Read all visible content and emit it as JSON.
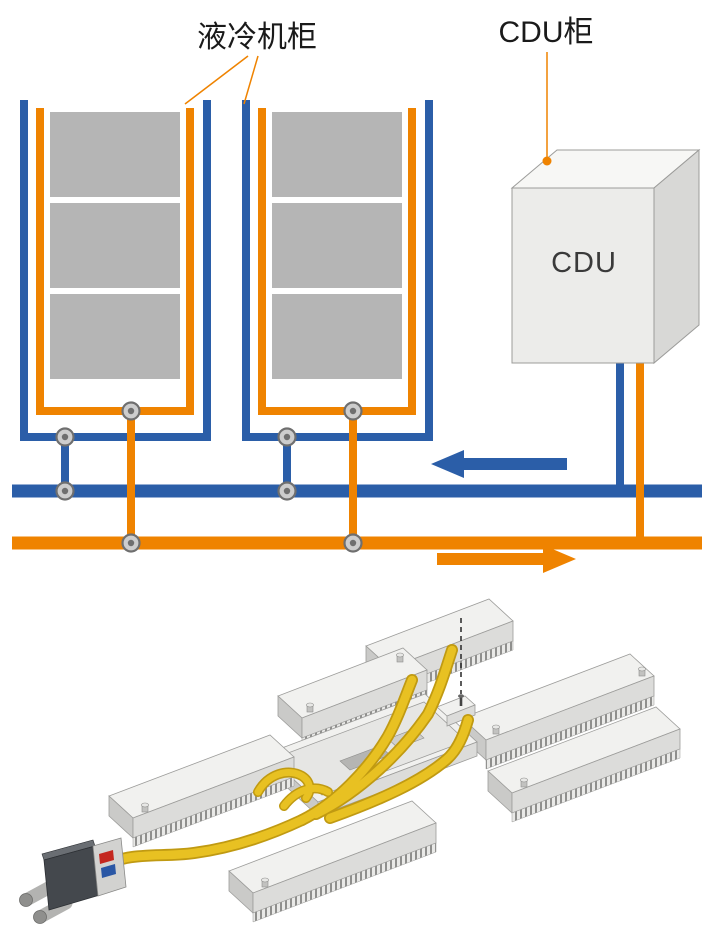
{
  "colors": {
    "blue": "#2b5ea8",
    "orange": "#ef8300",
    "ink": "#1a1a1a",
    "block-gray": "#b5b5b5",
    "valve-fill": "#cdcdcd",
    "valve-ring": "#6f6f6f",
    "cdu-front": "#ececea",
    "cdu-top": "#f7f7f5",
    "cdu-side": "#d8d8d6",
    "edge-gray": "#9c9c9a",
    "blade-top": "#f1f1ef",
    "blade-front": "#dcdcda",
    "blade-end": "#cacac8",
    "hose": "#e8c122",
    "hose-edge": "#c09a12",
    "connector-body": "#44484d",
    "connector-plate": "#d2d2d0",
    "mark-red": "#c4271f",
    "mark-blue": "#2a57a5"
  },
  "schematic": {
    "cabinet_label": "液冷机柜",
    "cdu_label": "CDU柜",
    "cdu_text": "CDU"
  }
}
